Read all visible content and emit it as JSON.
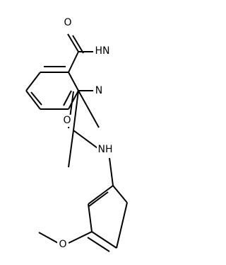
{
  "molecule": {
    "atoms": {
      "carbonyl_oxygen": "O",
      "ring_nh": "HN",
      "ring_n": "N",
      "amide_oxygen": "O",
      "amide_nh": "NH",
      "ether_oxygen": "O"
    },
    "colors": {
      "bond": "#000000",
      "label": "#000000",
      "background": "#ffffff"
    }
  }
}
